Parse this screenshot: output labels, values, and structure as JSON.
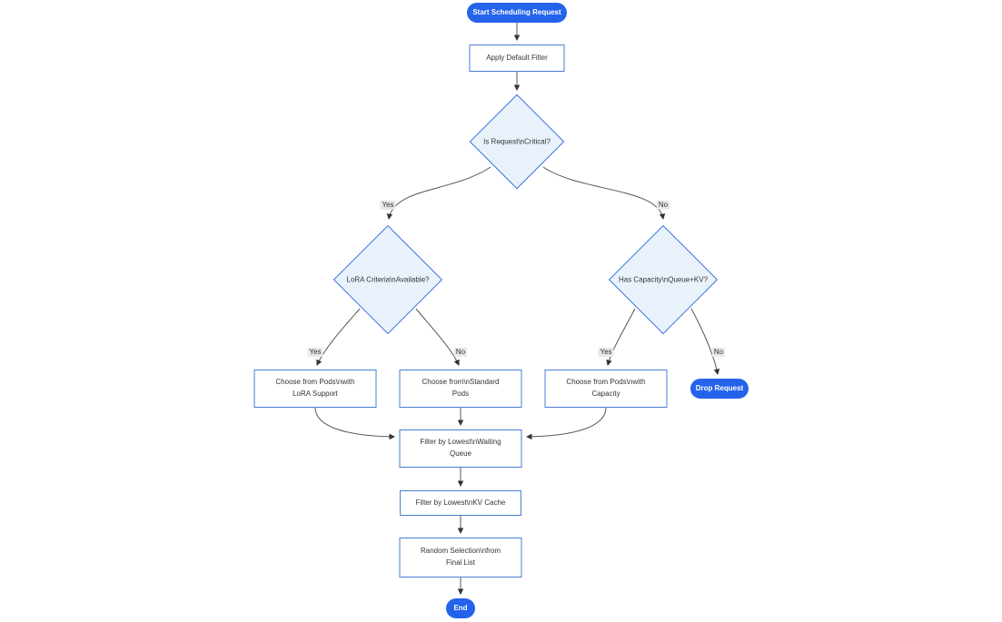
{
  "diagram": {
    "type": "flowchart",
    "direction": "top-down",
    "nodes": {
      "start": {
        "label": "Start Scheduling Request",
        "shape": "pill"
      },
      "apply_filter": {
        "label": "Apply Default Filter",
        "shape": "rect"
      },
      "is_critical": {
        "label": "Is Request\\nCritical?",
        "shape": "diamond"
      },
      "lora_available": {
        "label": "LoRA Criteria\\nAvailable?",
        "shape": "diamond"
      },
      "has_capacity": {
        "label": "Has Capacity\\nQueue+KV?",
        "shape": "diamond"
      },
      "choose_lora": {
        "label": "Choose from Pods\\nwith\nLoRA Support",
        "shape": "rect"
      },
      "choose_standard": {
        "label": "Choose from\\nStandard\nPods",
        "shape": "rect"
      },
      "choose_capacity": {
        "label": "Choose from Pods\\nwith\nCapacity",
        "shape": "rect"
      },
      "drop_request": {
        "label": "Drop Request",
        "shape": "pill"
      },
      "filter_queue": {
        "label": "Filter by Lowest\\nWaiting\nQueue",
        "shape": "rect"
      },
      "filter_kv": {
        "label": "Filter by Lowest\\nKV Cache",
        "shape": "rect"
      },
      "random_selection": {
        "label": "Random Selection\\nfrom\nFinal List",
        "shape": "rect"
      },
      "end": {
        "label": "End",
        "shape": "pill"
      }
    },
    "edges": [
      {
        "from": "start",
        "to": "apply_filter",
        "label": ""
      },
      {
        "from": "apply_filter",
        "to": "is_critical",
        "label": ""
      },
      {
        "from": "is_critical",
        "to": "lora_available",
        "label": "Yes"
      },
      {
        "from": "is_critical",
        "to": "has_capacity",
        "label": "No"
      },
      {
        "from": "lora_available",
        "to": "choose_lora",
        "label": "Yes"
      },
      {
        "from": "lora_available",
        "to": "choose_standard",
        "label": "No"
      },
      {
        "from": "has_capacity",
        "to": "choose_capacity",
        "label": "Yes"
      },
      {
        "from": "has_capacity",
        "to": "drop_request",
        "label": "No"
      },
      {
        "from": "choose_lora",
        "to": "filter_queue",
        "label": ""
      },
      {
        "from": "choose_standard",
        "to": "filter_queue",
        "label": ""
      },
      {
        "from": "choose_capacity",
        "to": "filter_queue",
        "label": ""
      },
      {
        "from": "filter_queue",
        "to": "filter_kv",
        "label": ""
      },
      {
        "from": "filter_kv",
        "to": "random_selection",
        "label": ""
      },
      {
        "from": "random_selection",
        "to": "end",
        "label": ""
      }
    ],
    "colors": {
      "accent": "#2563eb",
      "pill_text": "#ffffff",
      "rect_fill": "#ffffff",
      "rect_border": "#4a7dd8",
      "decision_fill": "#e9f2fb",
      "decision_border": "#3b76df",
      "edge_color": "#555555",
      "edge_label_bg": "#e8e8e8",
      "text_color": "#333333"
    }
  }
}
